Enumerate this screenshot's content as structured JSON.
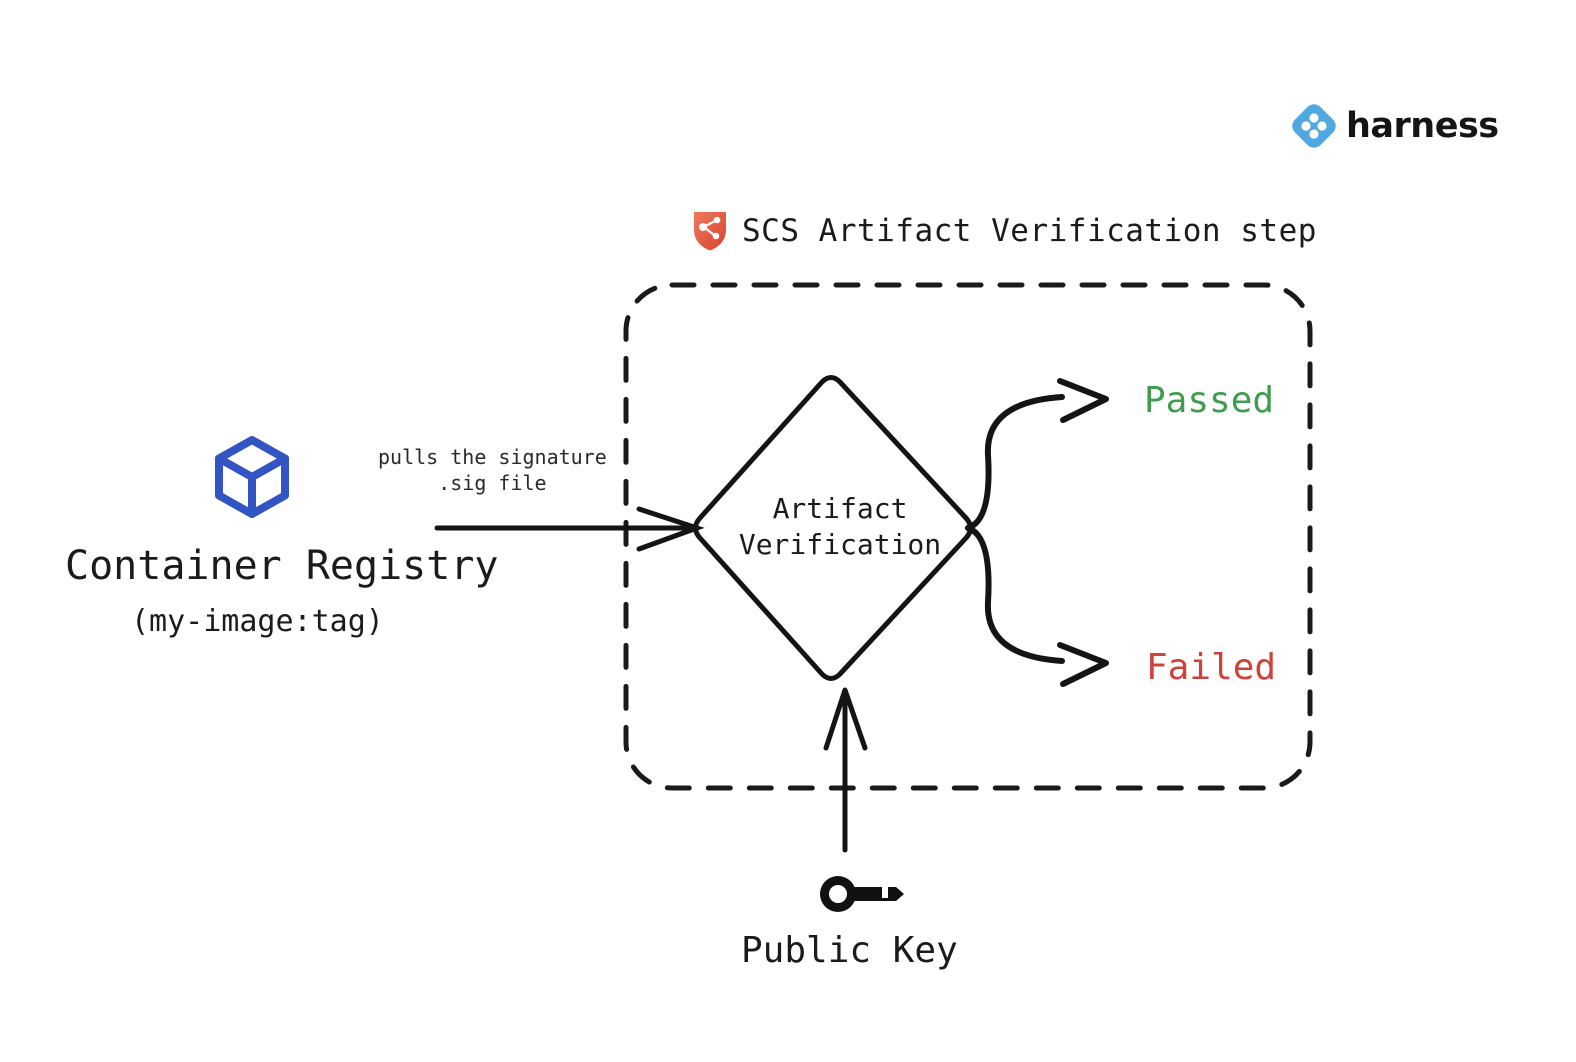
{
  "brand": {
    "name": "harness",
    "logo_icon": "harness-diamond-logo",
    "color": "#4fa8e0"
  },
  "step": {
    "icon": "scs-shield-icon",
    "icon_color": "#e15a42",
    "title": "SCS Artifact Verification step"
  },
  "nodes": {
    "registry": {
      "icon": "container-cube-icon",
      "icon_color": "#3355c4",
      "title": "Container Registry",
      "subtitle": "(my-image:tag)"
    },
    "process": {
      "shape": "diamond",
      "line1": "Artifact",
      "line2": "Verification"
    },
    "public_key": {
      "icon": "key-icon",
      "label": "Public Key"
    }
  },
  "edges": {
    "registry_to_process": {
      "note_line1": "pulls the signature",
      "note_line2": ".sig file"
    },
    "outcomes": [
      {
        "label": "Passed",
        "color": "#3f9e4d"
      },
      {
        "label": "Failed",
        "color": "#d2403a"
      }
    ]
  },
  "container": {
    "style": "dashed-rounded-box",
    "stroke": "#1a1a1a"
  }
}
